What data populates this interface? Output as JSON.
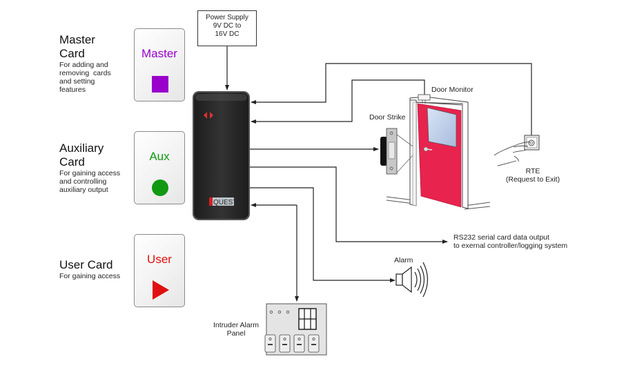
{
  "diagram": {
    "cards": [
      {
        "title_line1": "Master",
        "title_line2": "Card",
        "description": [
          "For adding and",
          "removing  cards",
          "and setting",
          "features"
        ],
        "card_label": "Master",
        "card_symbol": "square",
        "color": "#9900cc"
      },
      {
        "title_line1": "Auxiliary",
        "title_line2": "Card",
        "description": [
          "For gaining access",
          "and controlling",
          "auxiliary output"
        ],
        "card_label": "Aux",
        "card_symbol": "circle",
        "color": "#119911"
      },
      {
        "title_line1": "User Card",
        "title_line2": "",
        "description": [
          "For gaining access"
        ],
        "card_label": "User",
        "card_symbol": "triangle-right",
        "color": "#e01010"
      }
    ],
    "power_supply": {
      "lines": [
        "Power Supply",
        "9V DC to",
        "16V DC"
      ]
    },
    "reader": {
      "brand": "QUEST",
      "led_color": "#e03030",
      "body_color": "#2a2a2a"
    },
    "components": {
      "door_monitor": "Door Monitor",
      "door_strike": "Door Strike",
      "rte_title": "RTE",
      "rte_subtitle": "(Request to Exit)",
      "rs232_line1": "RS232 serial card data output",
      "rs232_line2": "to exernal controller/logging system",
      "alarm": "Alarm",
      "intruder_line1": "Intruder Alarm",
      "intruder_line2": "Panel"
    },
    "colors": {
      "door": "#e8234e",
      "wire": "#222222"
    }
  }
}
